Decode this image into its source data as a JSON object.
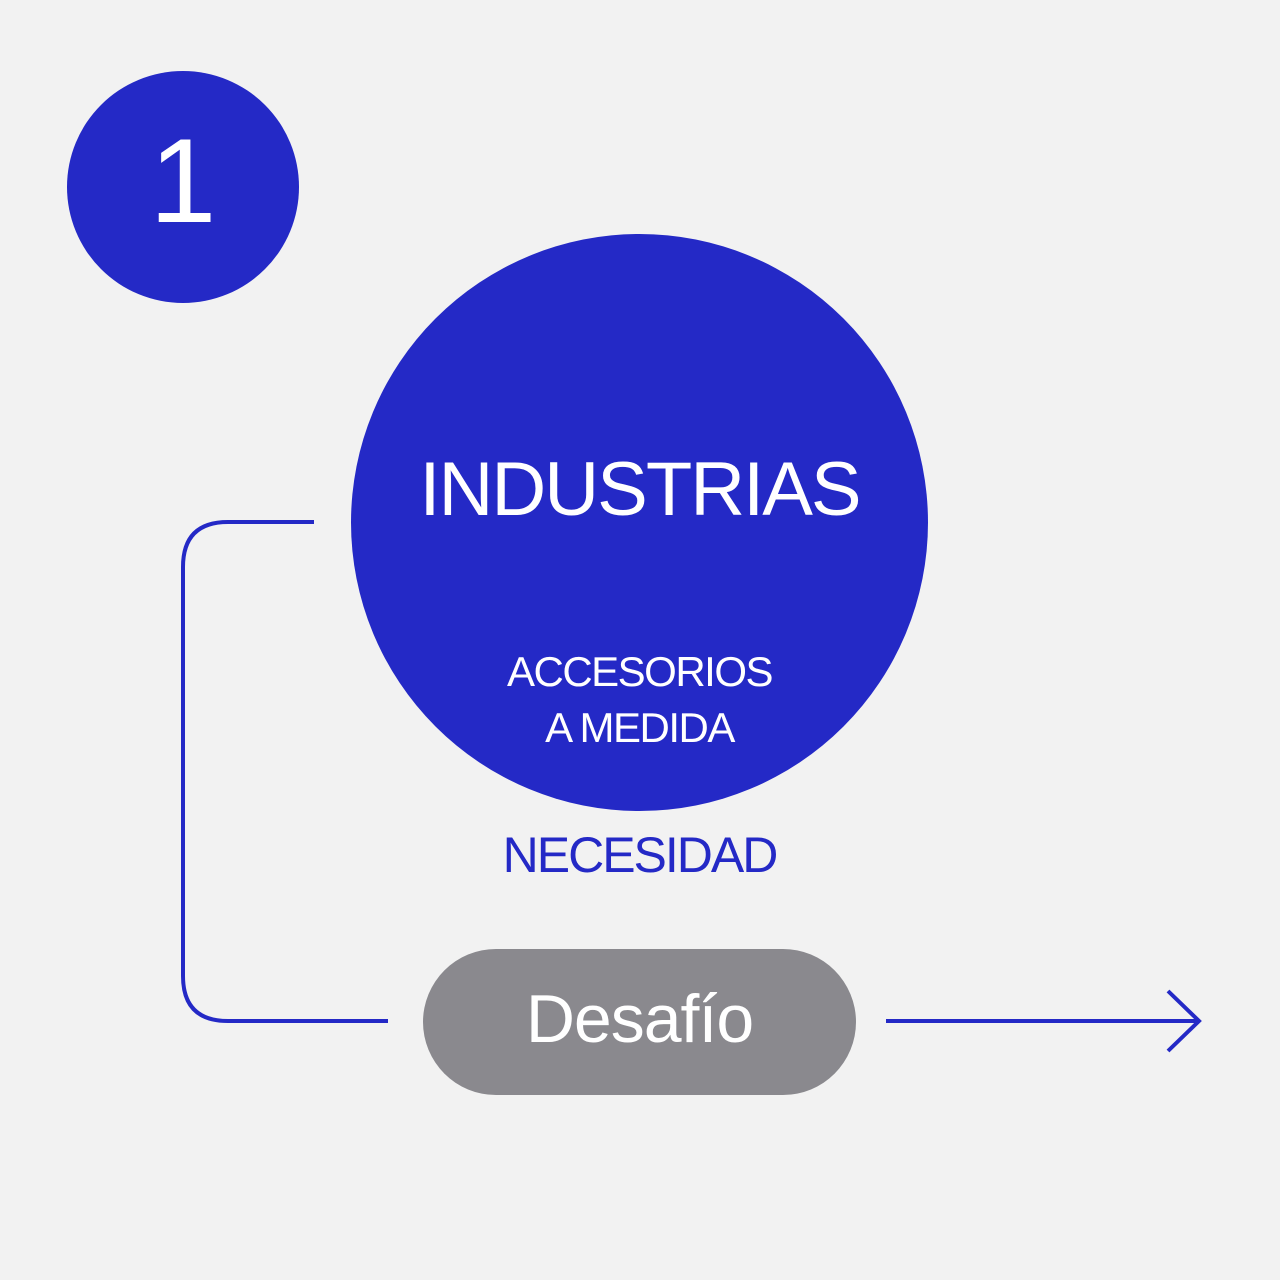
{
  "step": {
    "number": "1"
  },
  "main_node": {
    "title": "INDUSTRIAS",
    "subtitle_line1": "ACCESORIOS",
    "subtitle_line2": "A MEDIDA"
  },
  "need_label": "NECESIDAD",
  "challenge": {
    "label": "Desafío"
  },
  "colors": {
    "accent": "#2429c6",
    "pill": "#8a898e",
    "background": "#f2f2f2",
    "text_on_accent": "#ffffff"
  }
}
